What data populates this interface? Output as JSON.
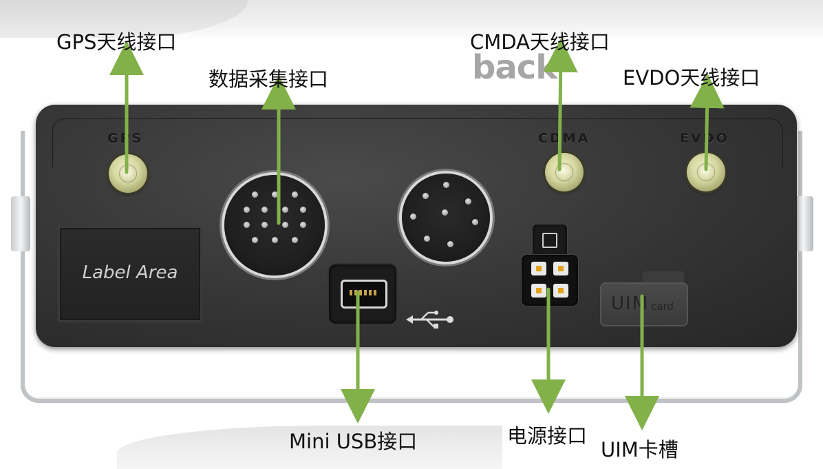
{
  "header": {
    "side_label": "back"
  },
  "panel": {
    "port_labels": {
      "gps": "GPS",
      "cdma": "CDMA",
      "evdo": "EVDO"
    },
    "label_area": "Label Area",
    "uim_slot": {
      "main": "UIM",
      "small": "card"
    },
    "usb_symbol": "⭠⟟"
  },
  "callouts": {
    "gps_antenna": "GPS天线接口",
    "data_acquisition": "数据采集接口",
    "cmda_antenna": "CMDA天线接口",
    "evdo_antenna": "EVDO天线接口",
    "mini_usb": "Mini USB接口",
    "power": "电源接口",
    "uim_slot": "UIM卡槽"
  },
  "colors": {
    "arrow": "#82b14a",
    "panel": "#353535",
    "connector_gold": "#d8d8a2",
    "text": "#111111"
  }
}
